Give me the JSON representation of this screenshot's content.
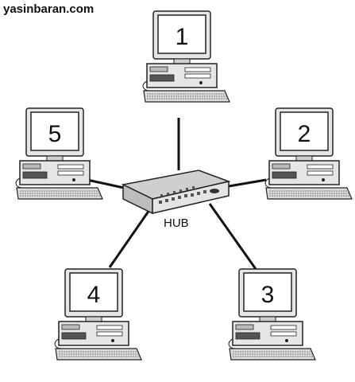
{
  "watermark": "yasinbaran.com",
  "hub": {
    "label": "HUB"
  },
  "computers": [
    {
      "id": "1",
      "label": "1"
    },
    {
      "id": "2",
      "label": "2"
    },
    {
      "id": "3",
      "label": "3"
    },
    {
      "id": "4",
      "label": "4"
    },
    {
      "id": "5",
      "label": "5"
    }
  ],
  "colors": {
    "line": "#111111",
    "case": "#e6e6e6",
    "outline": "#222222",
    "screen": "#ffffff"
  }
}
